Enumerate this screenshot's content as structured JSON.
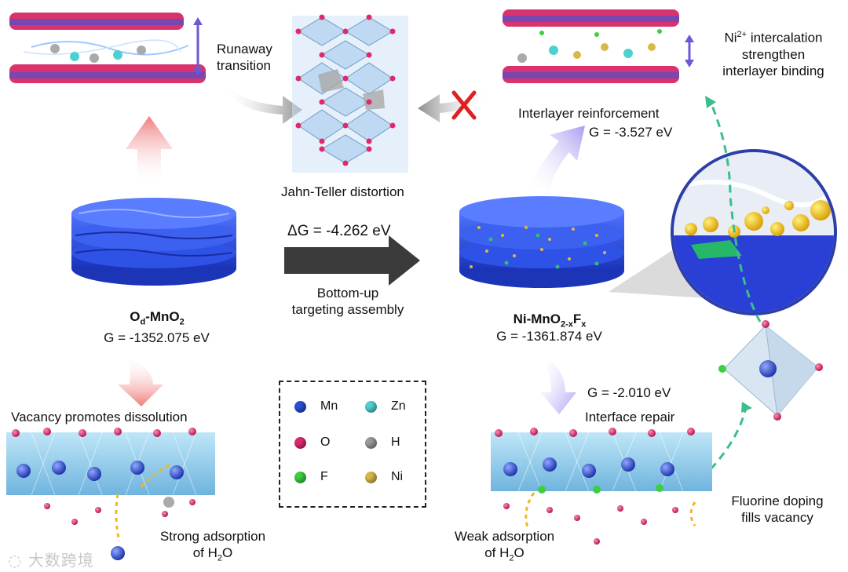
{
  "labels": {
    "runaway": [
      "Runaway",
      "transition"
    ],
    "jahn_teller": "Jahn-Teller distortion",
    "ni_intercalation": [
      "intercalation",
      "strengthen",
      "interlayer binding"
    ],
    "ni_ion": "Ni",
    "ni_charge": "2+",
    "interlayer_reinforcement": "Interlayer reinforcement",
    "g_interlayer": "G = -3.527 eV",
    "delta_g": "ΔG = -4.262 eV",
    "bottom_up": [
      "Bottom-up",
      "targeting assembly"
    ],
    "od_name": "O",
    "od_sub": "d",
    "od_rest": "-MnO",
    "od_sub2": "2",
    "g_od": "G = -1352.075 eV",
    "ni_mno2_name": "Ni-MnO",
    "ni_mno2_sub1": "2-x",
    "ni_mno2_f": "F",
    "ni_mno2_sub2": "x",
    "g_ni": "G = -1361.874 eV",
    "vacancy_dissolution": "Vacancy promotes dissolution",
    "g_interface": "G = -2.010 eV",
    "interface_repair": "Interface repair",
    "strong_adsorption": [
      "Strong adsorption",
      "of H",
      "2",
      "O"
    ],
    "weak_adsorption": [
      "Weak adsorption",
      "of H",
      "2",
      "O"
    ],
    "fluorine_doping": [
      "Fluorine doping",
      "fills vacancy"
    ],
    "watermark": "大数跨境"
  },
  "legend": [
    {
      "label": "Mn",
      "color": "#2a4fd6"
    },
    {
      "label": "Zn",
      "color": "#4fd0d0"
    },
    {
      "label": "O",
      "color": "#e0286e"
    },
    {
      "label": "H",
      "color": "#9a9a9a"
    },
    {
      "label": "F",
      "color": "#3ecf3e"
    },
    {
      "label": "Ni",
      "color": "#d9b84a"
    }
  ],
  "colors": {
    "mn": "#2a4fd6",
    "o": "#e0286e",
    "layer_blue": "#2c4fe0",
    "arrow_red": "#f08080",
    "arrow_purple": "#b0a8f0",
    "arrow_gray": "#8a8a8a",
    "dashed_green": "#3bbf8a",
    "cross_red": "#e02020"
  }
}
